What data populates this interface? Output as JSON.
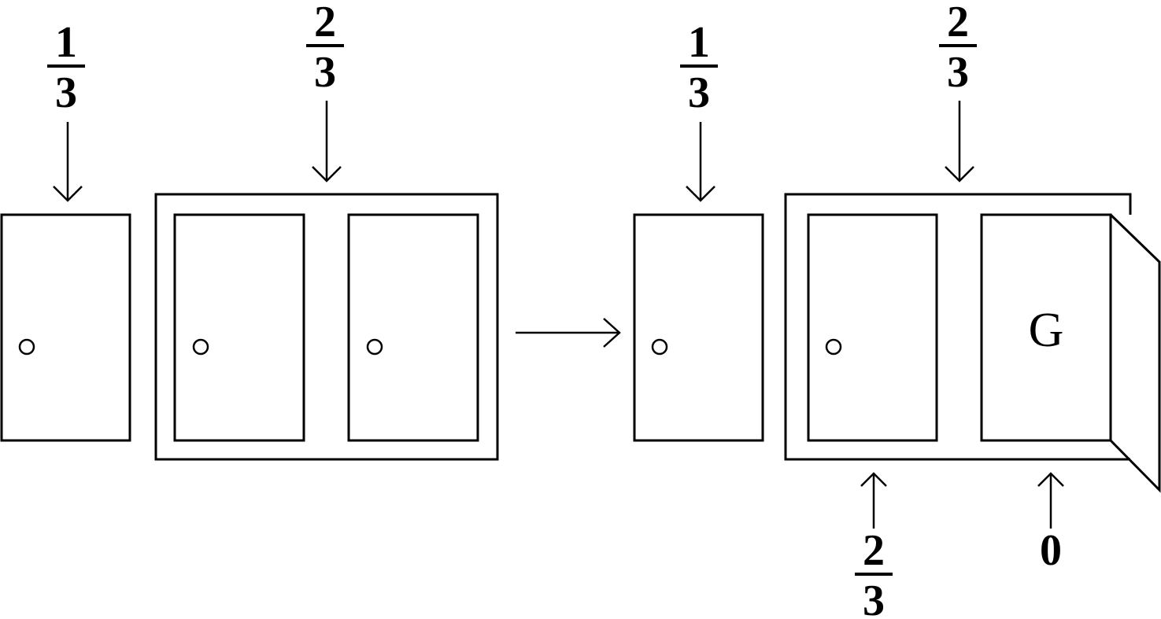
{
  "left_scene": {
    "single_door_probability": {
      "numerator": "1",
      "denominator": "3"
    },
    "pair_probability": {
      "numerator": "2",
      "denominator": "3"
    }
  },
  "right_scene": {
    "single_door_probability": {
      "numerator": "1",
      "denominator": "3"
    },
    "pair_probability": {
      "numerator": "2",
      "denominator": "3"
    },
    "closed_door_probability": {
      "numerator": "2",
      "denominator": "3"
    },
    "opened_door_probability": "0",
    "opened_door_label": "G"
  }
}
